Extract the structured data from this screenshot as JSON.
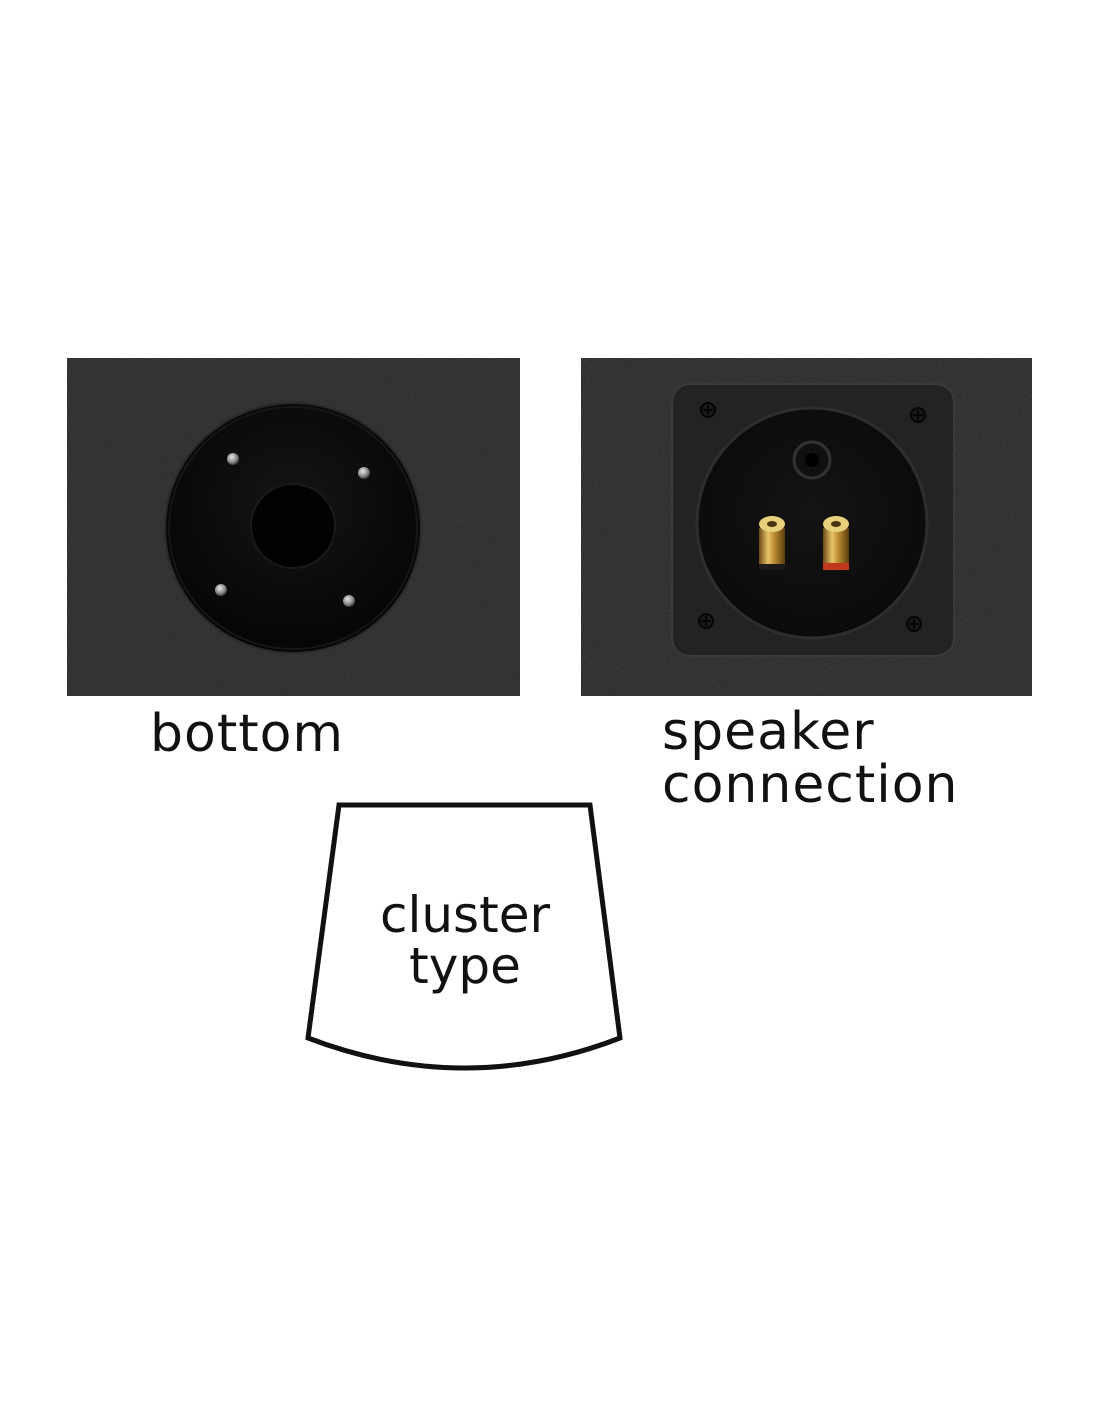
{
  "captions": {
    "bottom": "bottom",
    "speaker_connection_line1": "speaker",
    "speaker_connection_line2": "connection"
  },
  "cluster": {
    "line1": "cluster",
    "line2": "type"
  },
  "colors": {
    "background": "#ffffff",
    "carpet": "#1c1c1c",
    "plate": "#0b0b0b",
    "terminal_plate": "#222222",
    "gold": "#b8892f",
    "red_ring": "#c0391f",
    "text": "#111111"
  }
}
